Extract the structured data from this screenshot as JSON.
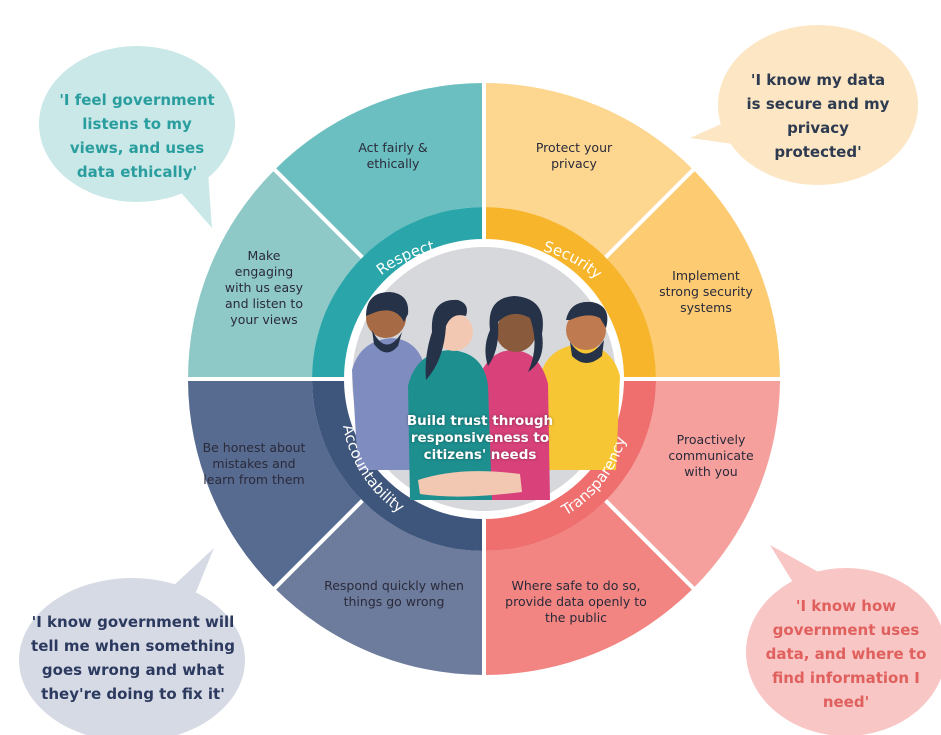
{
  "bubbles": {
    "respect": "'I feel government listens to my views, and uses data ethically'",
    "security": "'I know my data is secure and my privacy protected'",
    "accountability": "'I know government will tell me when something goes wrong and what they're doing to fix it'",
    "transparency": "'I know how government uses data, and where to find information I need'"
  },
  "principles": {
    "respect": "Respect",
    "security": "Security",
    "transparency": "Transparency",
    "accountability": "Accountability"
  },
  "segments": {
    "act_fairly": "Act fairly & ethically",
    "protect_privacy": "Protect your privacy",
    "implement_security": "Implement strong security systems",
    "proactively_communicate": "Proactively communicate with you",
    "provide_data": "Where safe to do so, provide data openly to the public",
    "respond_quickly": "Respond quickly when things go wrong",
    "be_honest": "Be honest about mistakes and learn from them",
    "make_engaging": "Make engaging with us easy and listen to your views"
  },
  "center_title": "Build trust through responsiveness to citizens' needs",
  "colors": {
    "respect": "#2aa6aa",
    "security": "#f7b52c",
    "transparency": "#ee6f6e",
    "accountability": "#3f567c"
  }
}
